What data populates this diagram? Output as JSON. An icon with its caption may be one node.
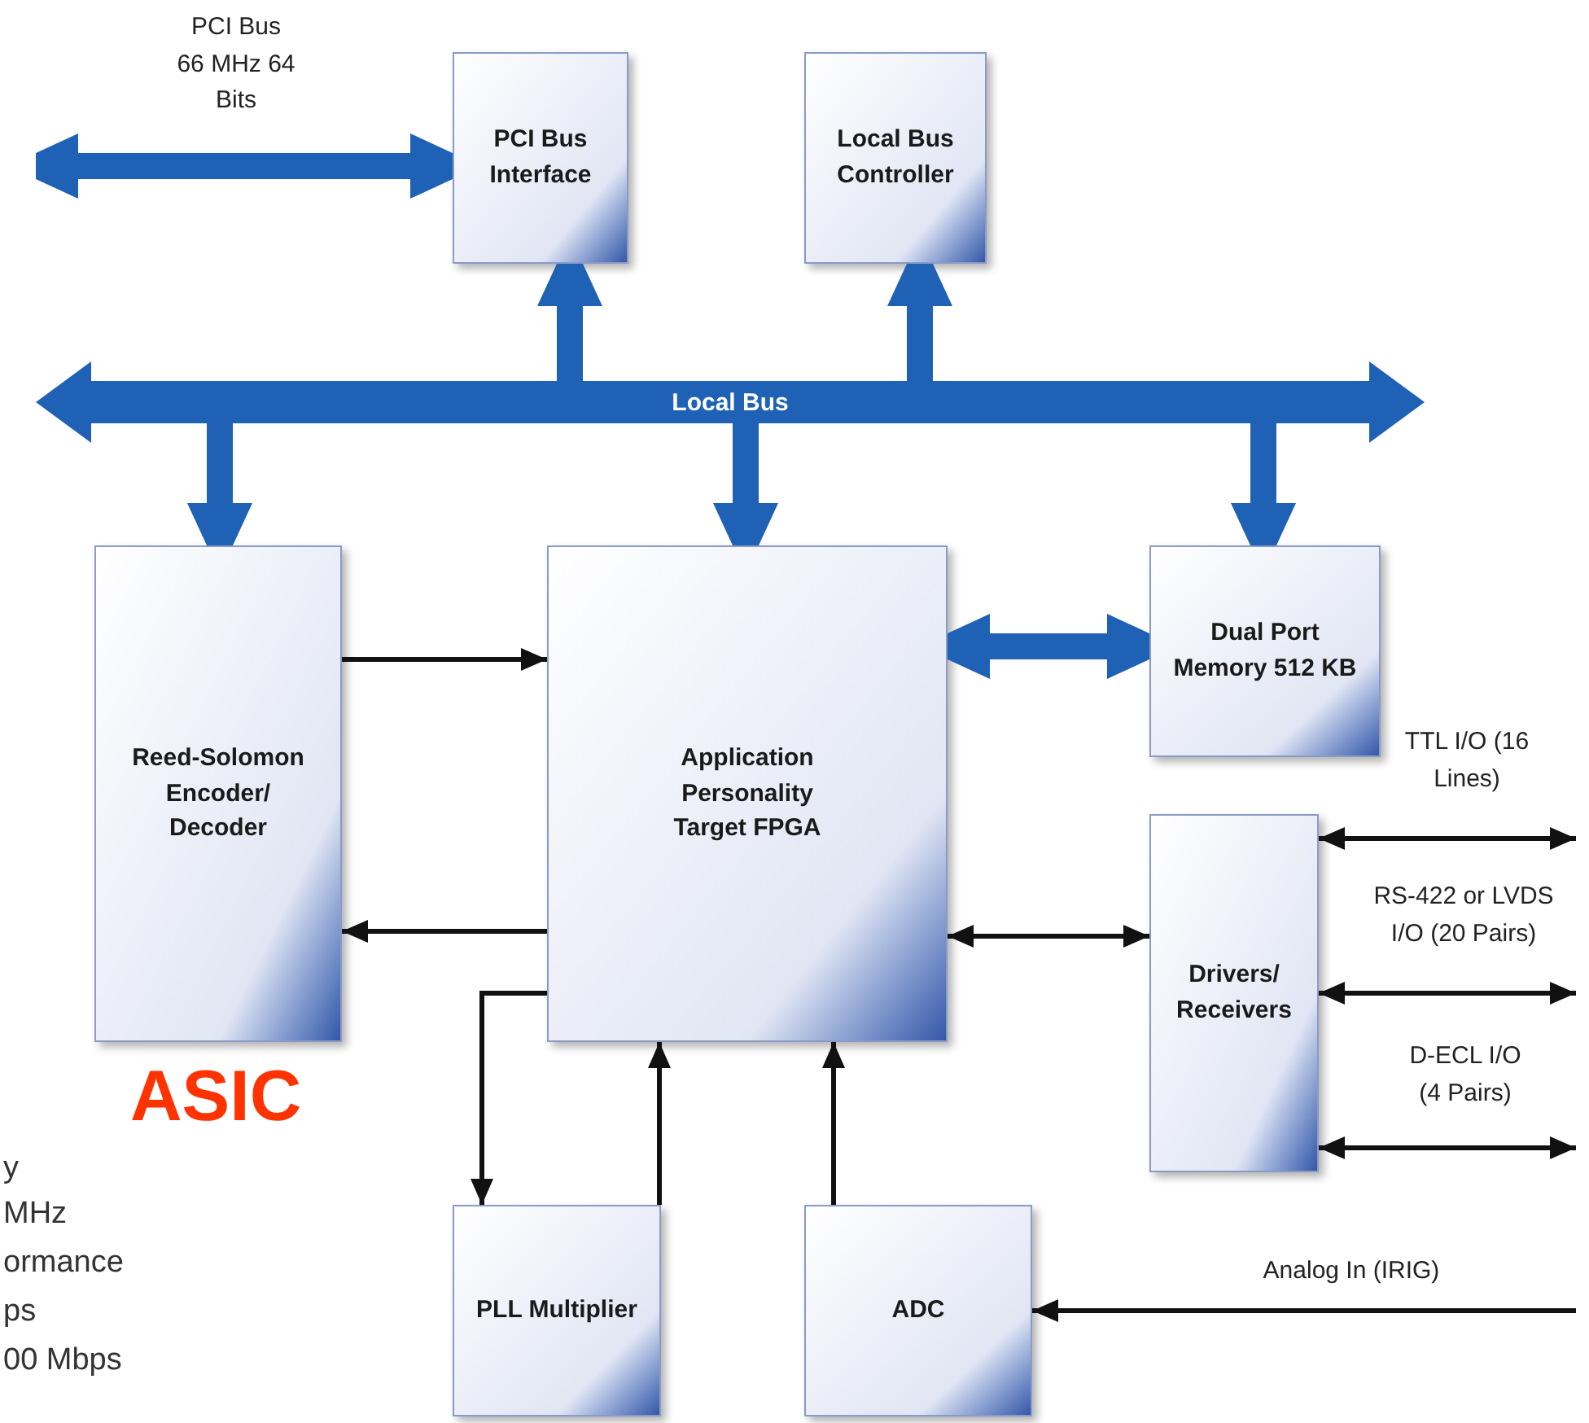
{
  "diagram": {
    "nodes": [
      {
        "text": [
          "PCI Bus Interface"
        ]
      },
      {
        "text": [
          "Local Bus Controller"
        ]
      },
      {
        "text": [
          "Local Bus"
        ]
      },
      {
        "text": [
          "Reed-Solomon Encoder/ Decoder"
        ],
        "beside": [
          "ASIC"
        ]
      },
      {
        "text": [
          "Application Personality Target FPGA"
        ]
      },
      {
        "text": [
          "Dual Port Memory 512 KB"
        ]
      },
      {
        "text": [
          "Drivers/ Receivers"
        ]
      },
      {
        "text": [
          "PLL Multiplier"
        ]
      },
      {
        "text": [
          "ADC"
        ]
      }
    ],
    "edges": [
      {
        "from": null,
        "to": 0,
        "arrow": "both",
        "label": "PCI Bus 66 MHz 64 Bits",
        "style": "thick",
        "color": "#1f62b5"
      },
      {
        "from": 2,
        "to": 0,
        "arrow": "to",
        "style": "thick",
        "color": "#1f62b5"
      },
      {
        "from": 2,
        "to": 1,
        "arrow": "to",
        "style": "thick",
        "color": "#1f62b5"
      },
      {
        "from": 2,
        "to": 3,
        "arrow": "to",
        "style": "thick",
        "color": "#1f62b5"
      },
      {
        "from": 2,
        "to": 4,
        "arrow": "to",
        "style": "thick",
        "color": "#1f62b5"
      },
      {
        "from": 2,
        "to": 5,
        "arrow": "to",
        "style": "thick",
        "color": "#1f62b5"
      },
      {
        "from": 4,
        "to": 5,
        "arrow": "both",
        "style": "thick",
        "color": "#1f62b5"
      },
      {
        "from": 3,
        "to": 4,
        "arrow": "to"
      },
      {
        "from": 4,
        "to": 3,
        "arrow": "to"
      },
      {
        "from": 4,
        "to": 6,
        "arrow": "both"
      },
      {
        "from": 6,
        "to": null,
        "arrow": "both",
        "label": "TTL I/O (16 Lines)"
      },
      {
        "from": 6,
        "to": null,
        "arrow": "both",
        "label": "RS-422 or LVDS I/O (20 Pairs)"
      },
      {
        "from": 6,
        "to": null,
        "arrow": "both",
        "label": "D-ECL I/O (4 Pairs)"
      },
      {
        "from": 4,
        "to": 7,
        "arrow": "to"
      },
      {
        "from": 7,
        "to": 4,
        "arrow": "to"
      },
      {
        "from": 8,
        "to": 4,
        "arrow": "to"
      },
      {
        "from": null,
        "to": 8,
        "arrow": "to",
        "label": "Analog In (IRIG)"
      }
    ],
    "labels": [
      "y",
      "MHz",
      "ormance",
      "ps",
      "00 Mbps"
    ]
  }
}
